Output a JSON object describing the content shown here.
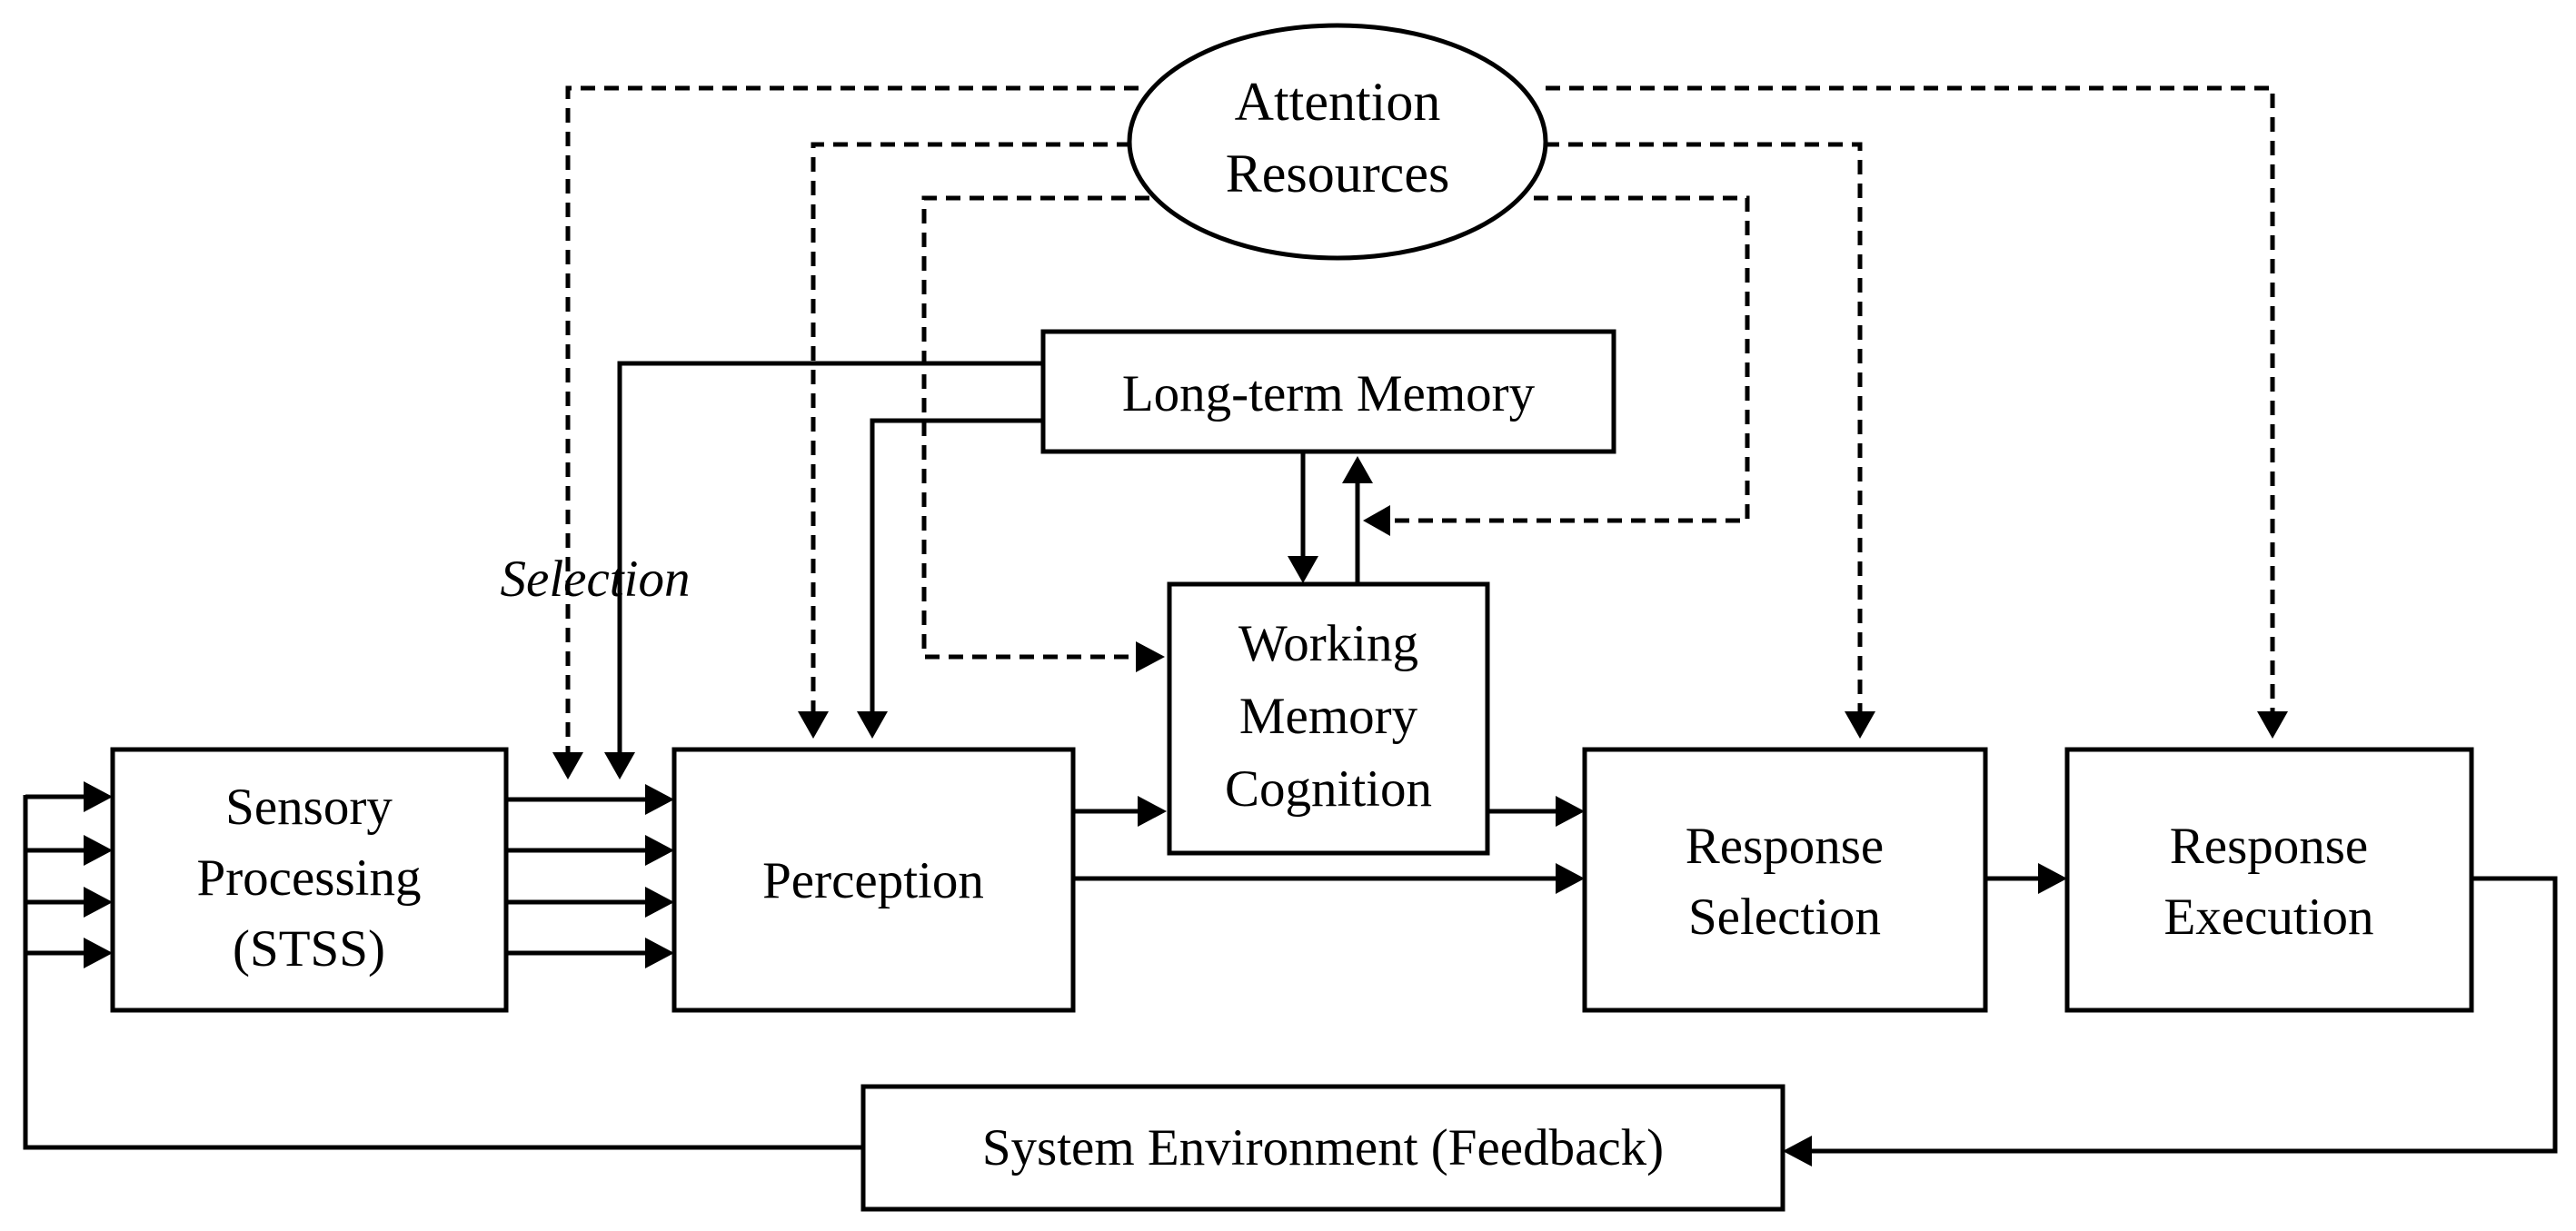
{
  "nodes": {
    "attention_resources": {
      "lines": [
        "Attention",
        "Resources"
      ]
    },
    "long_term_memory": {
      "lines": [
        "Long-term Memory"
      ]
    },
    "working_memory": {
      "lines": [
        "Working",
        "Memory",
        "Cognition"
      ]
    },
    "sensory_processing": {
      "lines": [
        "Sensory",
        "Processing",
        "(STSS)"
      ]
    },
    "perception": {
      "lines": [
        "Perception"
      ]
    },
    "response_selection": {
      "lines": [
        "Response",
        "Selection"
      ]
    },
    "response_execution": {
      "lines": [
        "Response",
        "Execution"
      ]
    },
    "system_environment": {
      "lines": [
        "System Environment (Feedback)"
      ]
    }
  },
  "annotations": {
    "selection": "Selection"
  },
  "edges": [
    {
      "from": "long_term_memory",
      "to": "working_memory",
      "style": "solid"
    },
    {
      "from": "working_memory",
      "to": "long_term_memory",
      "style": "solid"
    },
    {
      "from": "long_term_memory",
      "to": "perception",
      "style": "solid"
    },
    {
      "from": "long_term_memory",
      "to": "selection",
      "style": "solid"
    },
    {
      "from": "sensory_processing",
      "to": "perception",
      "style": "solid",
      "count": 4
    },
    {
      "from": "perception",
      "to": "working_memory",
      "style": "solid"
    },
    {
      "from": "perception",
      "to": "response_selection",
      "style": "solid"
    },
    {
      "from": "working_memory",
      "to": "response_selection",
      "style": "solid"
    },
    {
      "from": "response_selection",
      "to": "response_execution",
      "style": "solid"
    },
    {
      "from": "response_execution",
      "to": "system_environment",
      "style": "solid"
    },
    {
      "from": "system_environment",
      "to": "sensory_processing",
      "style": "solid",
      "count": 4
    },
    {
      "from": "attention_resources",
      "to": "selection",
      "style": "dashed"
    },
    {
      "from": "attention_resources",
      "to": "perception",
      "style": "dashed"
    },
    {
      "from": "attention_resources",
      "to": "working_memory",
      "style": "dashed"
    },
    {
      "from": "attention_resources",
      "to": "long_term_memory",
      "style": "dashed"
    },
    {
      "from": "attention_resources",
      "to": "response_selection",
      "style": "dashed"
    },
    {
      "from": "attention_resources",
      "to": "response_execution",
      "style": "dashed"
    }
  ]
}
